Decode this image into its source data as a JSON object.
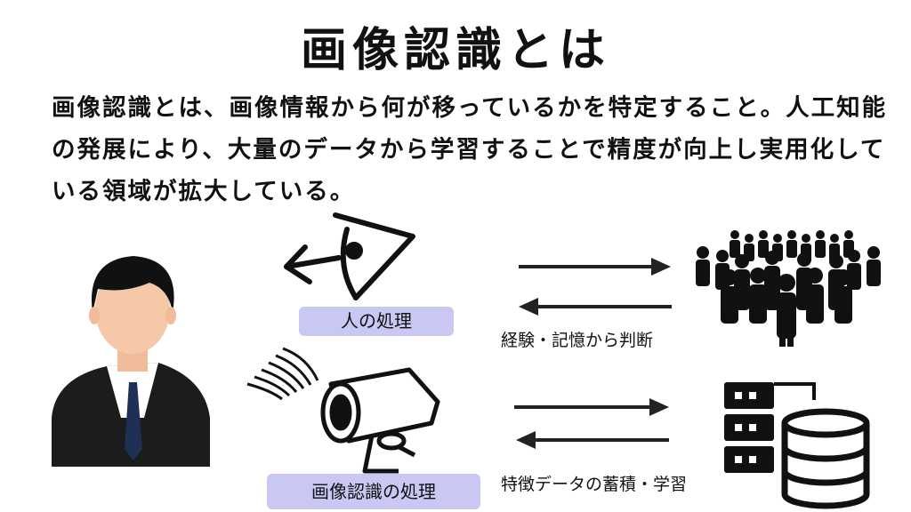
{
  "title": "画像認識とは",
  "description": "画像認識とは、画像情報から何が移っているかを特定すること。人工知能の発展により、大量のデータから学習することで精度が向上し実用化している領域が拡大している。",
  "human_process": {
    "label": "人の処理",
    "note": "経験・記憶から判断"
  },
  "ai_process": {
    "label": "画像認識の処理",
    "note": "特徴データの蓄積・学習"
  },
  "colors": {
    "label_background": "#c9c8f2",
    "suit": "#1c1c1c",
    "skin": "#f5c8a8",
    "tie": "#1f2f55"
  }
}
